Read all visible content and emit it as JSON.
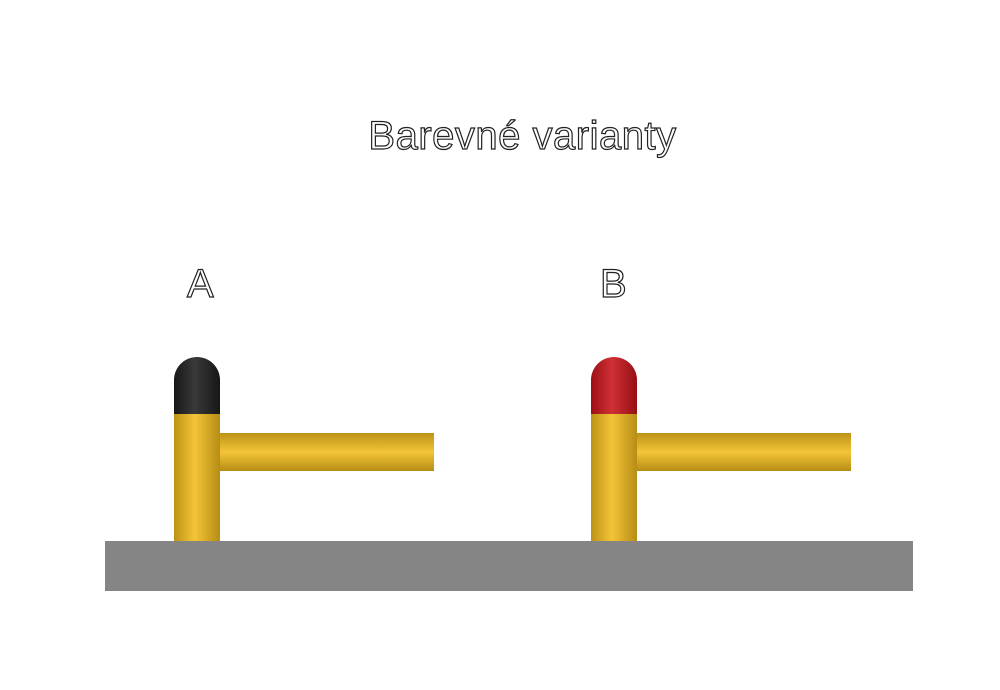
{
  "title": "Barevné varianty",
  "variants": [
    {
      "label": "A",
      "cap_color": "#1e1e1e"
    },
    {
      "label": "B",
      "cap_color": "#c8141a"
    }
  ],
  "colors": {
    "body": "#f2bc1c",
    "body_shade": "#d49a0c",
    "ground": "#858585"
  }
}
